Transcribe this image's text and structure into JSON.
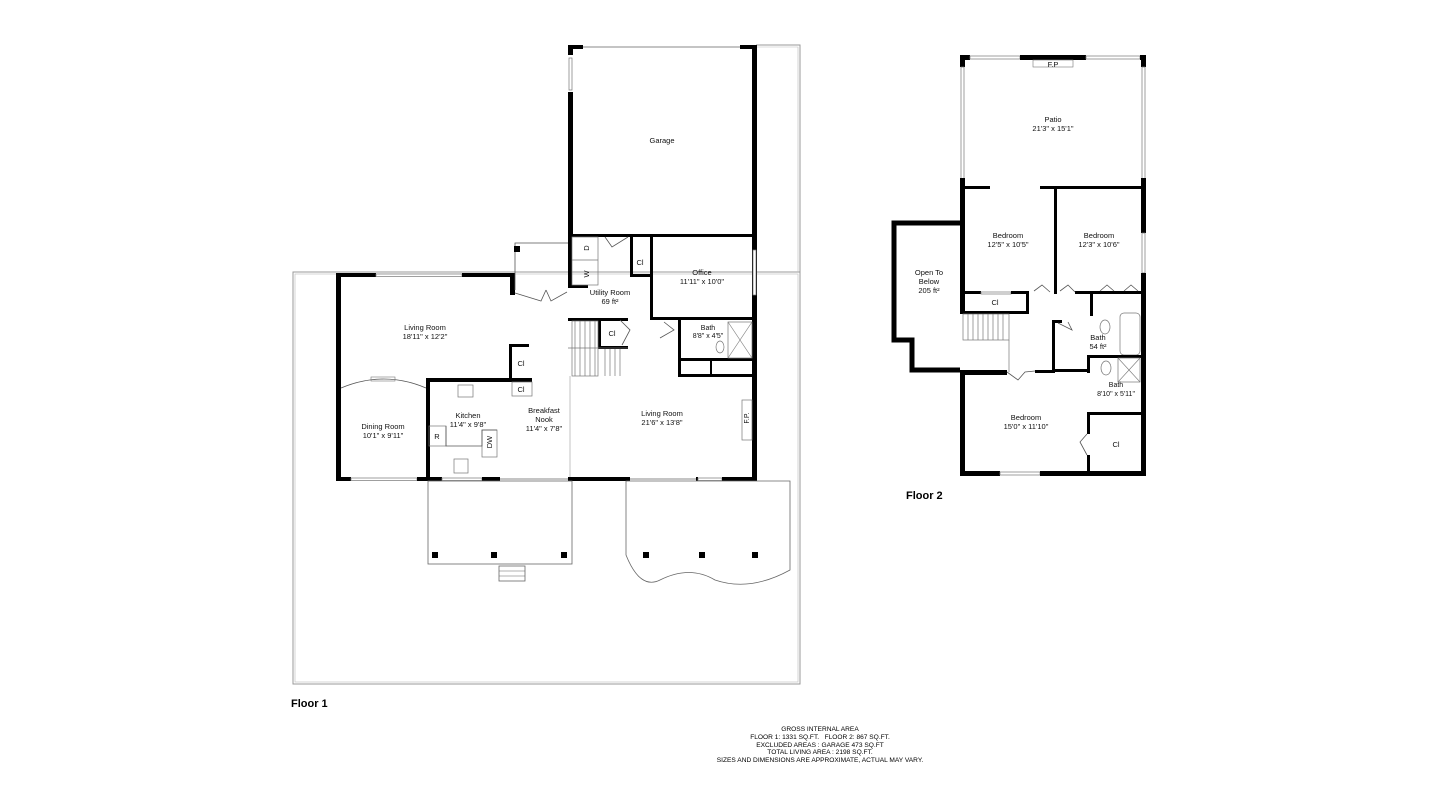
{
  "floor1": {
    "title": "Floor 1",
    "rooms": [
      {
        "name": "Garage",
        "dims": ""
      },
      {
        "name": "Utility Room",
        "dims": "69 ft²"
      },
      {
        "name": "Office",
        "dims": "11'11\" x 10'0\""
      },
      {
        "name": "Living Room",
        "dims": "18'11\" x 12'2\""
      },
      {
        "name": "Bath",
        "dims": "8'8\" x 4'5\""
      },
      {
        "name": "Dining Room",
        "dims": "10'1\" x 9'11\""
      },
      {
        "name": "Kitchen",
        "dims": "11'4\" x 9'8\""
      },
      {
        "name": "Breakfast",
        "name2": "Nook",
        "dims": "11'4\" x 7'8\""
      },
      {
        "name": "Living Room",
        "dims": "21'6\" x 13'8\""
      }
    ],
    "fixtures": {
      "closet": "Cl",
      "washer": "W",
      "dryer": "D",
      "refrigerator": "R",
      "dishwasher": "DW",
      "fireplace": "F.P."
    }
  },
  "floor2": {
    "title": "Floor 2",
    "rooms": [
      {
        "name": "Patio",
        "dims": "21'3\" x 15'1\""
      },
      {
        "name": "Bedroom",
        "dims": "12'5\" x 10'5\""
      },
      {
        "name": "Bedroom",
        "dims": "12'3\" x 10'6\""
      },
      {
        "name": "Open To",
        "name2": "Below",
        "dims": "205 ft²"
      },
      {
        "name": "Bath",
        "dims": "54 ft²"
      },
      {
        "name": "Bath",
        "dims": "8'10\" x 5'11\""
      },
      {
        "name": "Bedroom",
        "dims": "15'0\" x 11'10\""
      }
    ],
    "fixtures": {
      "closet": "Cl",
      "fireplace": "F.P"
    }
  },
  "footer": {
    "line1": "GROSS INTERNAL AREA",
    "line2": "FLOOR 1: 1331 sq.ft.   FLOOR 2: 867 sq.ft.",
    "line3": "EXCLUDED AREAS : GARAGE 473 sq.ft",
    "line4": "TOTAL LIVING AREA : 2198 sq.ft.",
    "line5": "SIZES AND DIMENSIONS ARE APPROXIMATE, ACTUAL MAY VARY."
  }
}
